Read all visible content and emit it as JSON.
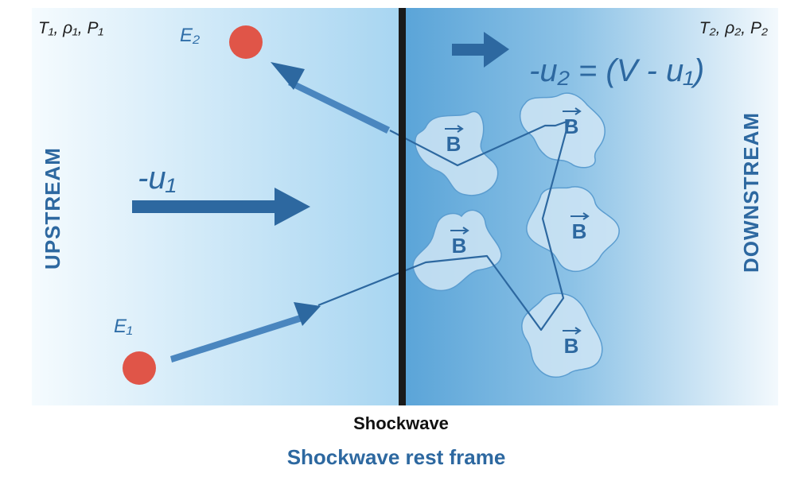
{
  "upstream": {
    "state_label": "T₁, ρ₁, P₁",
    "region_label": "UPSTREAM",
    "velocity_label": "-u₁"
  },
  "downstream": {
    "state_label": "T₂, ρ₂, P₂",
    "region_label": "DOWNSTREAM",
    "velocity_label": "-u₂ = (V - u₁)"
  },
  "particles": {
    "e1_label": "E₁",
    "e2_label": "E₂"
  },
  "magnetic_label": "B",
  "shock_label": "Shockwave",
  "frame_label": "Shockwave rest frame",
  "colors": {
    "upstream_gradient": [
      "#f4fafe",
      "#a9d6f1"
    ],
    "downstream_gradient": [
      "#5ea8d9",
      "#f2f8fd"
    ],
    "shock": "#1a1a1a",
    "particle": "#e05548",
    "arrow": "#2d68a0",
    "cloud_fill": "#cfe5f5"
  }
}
